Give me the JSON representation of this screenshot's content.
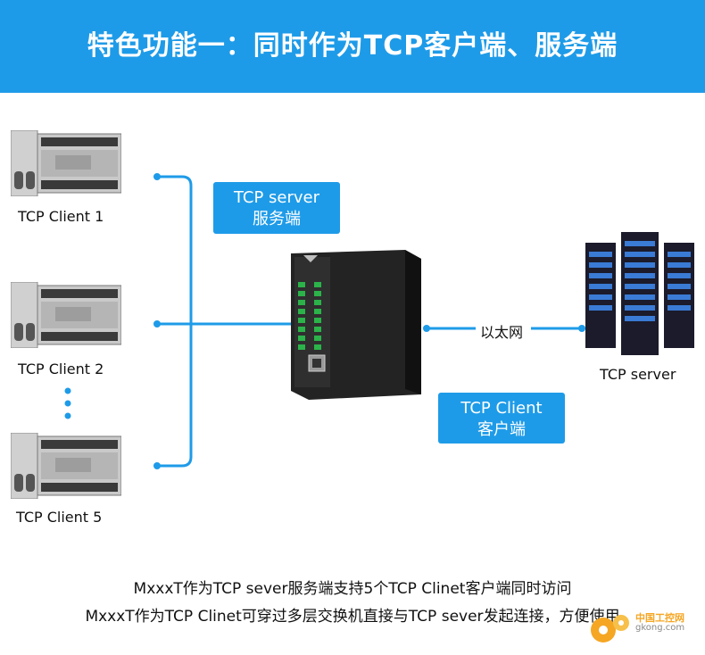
{
  "title": "特色功能一：同时作为TCP客户端、服务端",
  "clients": [
    {
      "label": "TCP Client 1"
    },
    {
      "label": "TCP Client 2"
    },
    {
      "label": "TCP Client 5"
    }
  ],
  "badges": {
    "server_line1": "TCP server",
    "server_line2": "服务端",
    "client_line1": "TCP Client",
    "client_line2": "客户端"
  },
  "link_label": "以太网",
  "server_label": "TCP server",
  "footer": {
    "line1": "MxxxT作为TCP sever服务端支持5个TCP Clinet客户端同时访问",
    "line2": "MxxxT作为TCP Clinet可穿过多层交换机直接与TCP sever发起连接，方便使用"
  },
  "watermark": {
    "text": "中国工控网",
    "sub": "gkong.com"
  },
  "colors": {
    "accent": "#1e9be8",
    "device": "#2b2b2b",
    "terminal": "#2bb34a"
  }
}
